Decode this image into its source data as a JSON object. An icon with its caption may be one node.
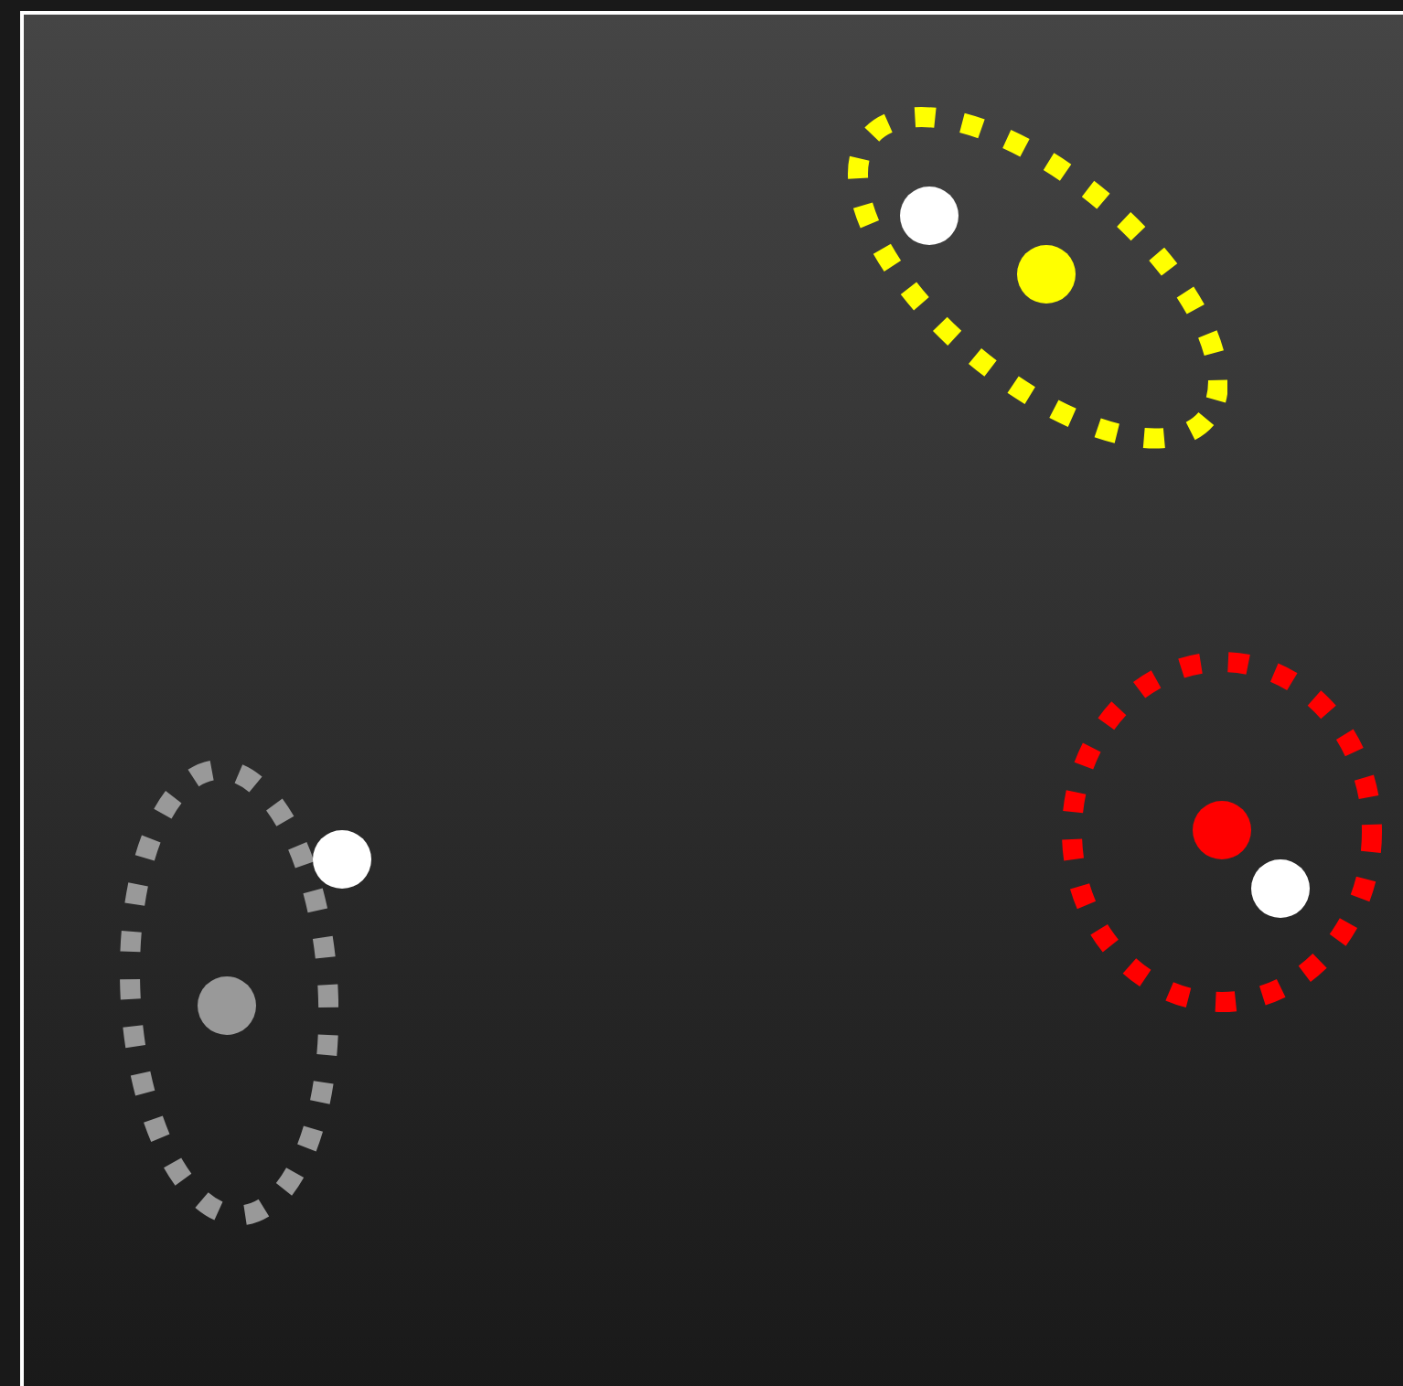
{
  "diagram": {
    "nodes": [
      {
        "text": [],
        "shape": "ellipse"
      },
      {
        "text": [],
        "shape": "circle",
        "in": 0
      },
      {
        "text": [],
        "shape": "circle",
        "in": 0
      },
      {
        "text": [],
        "shape": "ellipse"
      },
      {
        "text": [],
        "shape": "circle",
        "in": 3
      },
      {
        "text": [],
        "shape": "circle",
        "in": 3
      },
      {
        "text": [],
        "shape": "ellipse"
      },
      {
        "text": [],
        "shape": "circle",
        "in": 6
      },
      {
        "text": [],
        "shape": "circle"
      }
    ]
  }
}
